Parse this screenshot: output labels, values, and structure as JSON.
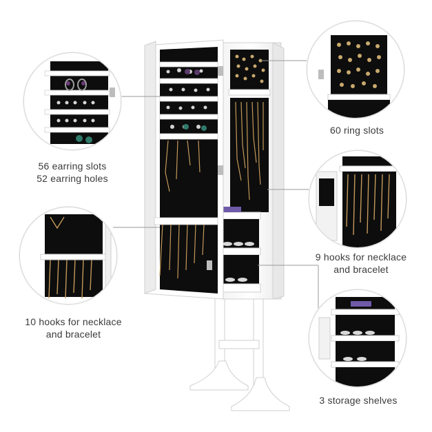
{
  "product": {
    "name": "standing mirror jewelry armoire",
    "colors": {
      "body": "#ffffff",
      "lining": "#0d0d0d",
      "outline": "#cfcfcf",
      "caption_text": "#3a3a3a"
    }
  },
  "callouts": {
    "earrings": {
      "lines": [
        "56 earring slots",
        "52 earring holes"
      ],
      "icon": "earring-panel-closeup"
    },
    "rings": {
      "lines": [
        "60 ring slots"
      ],
      "icon": "ring-tray-closeup"
    },
    "necklace_left": {
      "lines": [
        "10 hooks for necklace",
        "and bracelet"
      ],
      "icon": "door-hooks-closeup"
    },
    "necklace_right": {
      "lines": [
        "9 hooks for necklace",
        "and bracelet"
      ],
      "icon": "cabinet-hooks-closeup"
    },
    "shelves": {
      "lines": [
        "3 storage shelves"
      ],
      "icon": "shelves-closeup"
    }
  }
}
